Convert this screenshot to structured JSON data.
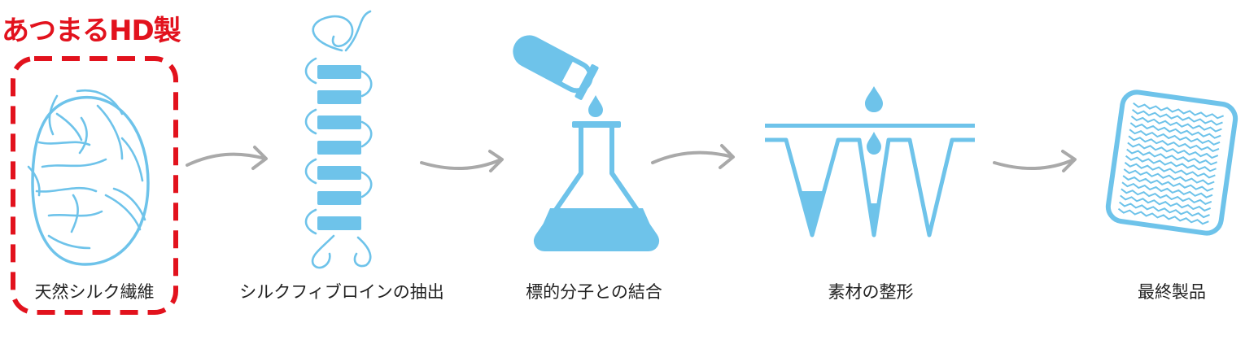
{
  "brand": {
    "label": "あつまるHD製",
    "color": "#e2121d"
  },
  "colors": {
    "primary": "#6ec3ea",
    "arrow": "#a9a9a9",
    "text": "#222222",
    "highlight": "#e2121d"
  },
  "steps": [
    {
      "label": "天然シルク繊維",
      "icon": "silk-cocoon-icon"
    },
    {
      "label": "シルクフィブロインの抽出",
      "icon": "fibroin-chain-icon"
    },
    {
      "label": "標的分子との結合",
      "icon": "flask-icon"
    },
    {
      "label": "素材の整形",
      "icon": "mold-icon"
    },
    {
      "label": "最終製品",
      "icon": "product-pad-icon"
    }
  ],
  "arrows": [
    {
      "icon": "arrow-right-icon"
    },
    {
      "icon": "arrow-right-icon"
    },
    {
      "icon": "arrow-right-icon"
    },
    {
      "icon": "arrow-right-icon"
    }
  ]
}
